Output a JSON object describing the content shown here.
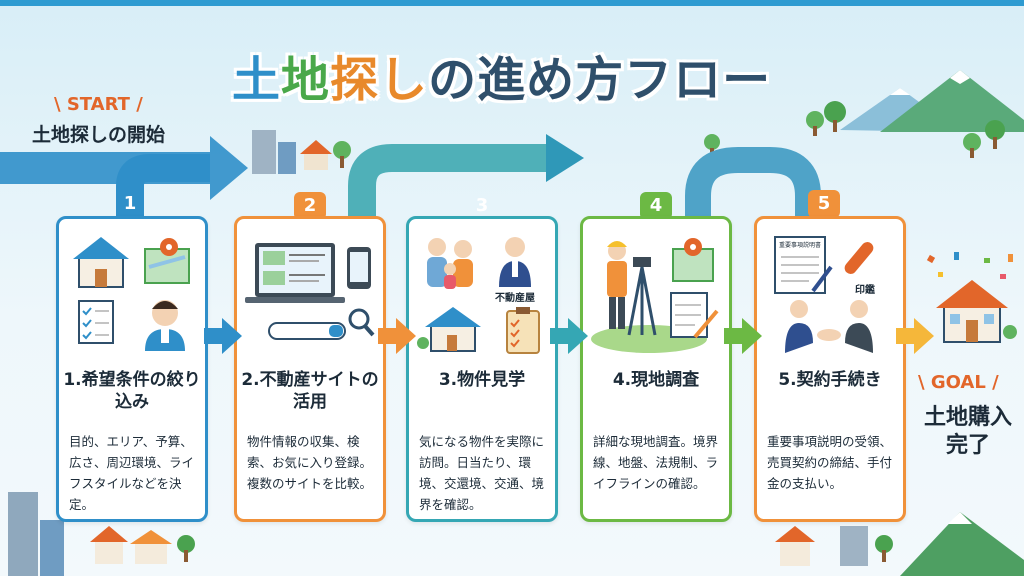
{
  "title": {
    "part1": "土",
    "part2": "地",
    "part3": "探",
    "part4": "し",
    "part5": "の進め方フロー"
  },
  "start": {
    "tag": "\\ START /",
    "label": "土地探しの開始"
  },
  "goal": {
    "tag": "\\ GOAL /",
    "label": "土地購入完了"
  },
  "steps": [
    {
      "number": "1",
      "heading": "1.希望条件の絞り込み",
      "description": "目的、エリア、予算、広さ、周辺環境、ライフスタイルなどを決定。",
      "color": "#2f8fc9"
    },
    {
      "number": "2",
      "heading": "2.不動産サイトの活用",
      "description": "物件情報の収集、検索、お気に入り登録。複数のサイトを比較。",
      "color": "#f0913a"
    },
    {
      "number": "3",
      "heading": "3.物件見学",
      "description": "気になる物件を実際に訪問。日当たり、環境、交還境、交通、境界を確認。",
      "color": "#35a7b4",
      "illustration_label": "不動産屋"
    },
    {
      "number": "4",
      "heading": "4.現地調査",
      "description": "詳細な現地調査。境界線、地盤、法規制、ライフラインの確認。",
      "color": "#6cb944"
    },
    {
      "number": "5",
      "heading": "5.契約手続き",
      "description": "重要事項説明の受領、売買契約の締結、手付金の支払い。",
      "color": "#f0913a",
      "illustration_label": "印鑑",
      "document_label": "重要事項説明書"
    }
  ]
}
